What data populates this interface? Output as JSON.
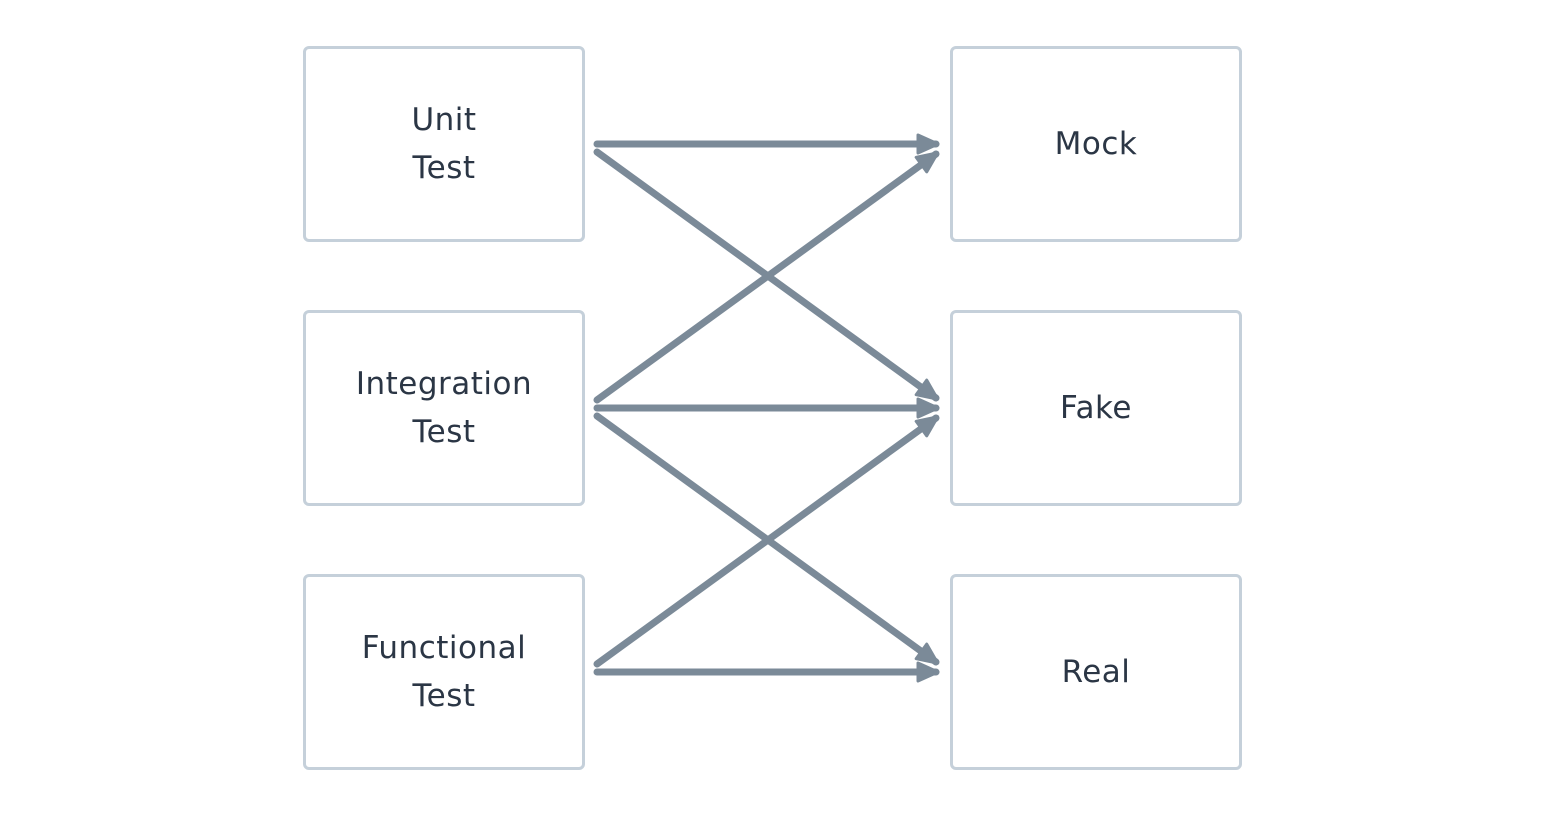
{
  "colors": {
    "box_border": "#c5d0da",
    "arrow": "#7b8a98",
    "text": "#2b3645"
  },
  "sources": [
    {
      "id": "unit",
      "line1": "Unit",
      "line2": "Test"
    },
    {
      "id": "integration",
      "line1": "Integration",
      "line2": "Test"
    },
    {
      "id": "functional",
      "line1": "Functional",
      "line2": "Test"
    }
  ],
  "targets": [
    {
      "id": "mock",
      "label": "Mock"
    },
    {
      "id": "fake",
      "label": "Fake"
    },
    {
      "id": "real",
      "label": "Real"
    }
  ],
  "edges": [
    {
      "from": "unit",
      "to": "mock"
    },
    {
      "from": "unit",
      "to": "fake"
    },
    {
      "from": "integration",
      "to": "mock"
    },
    {
      "from": "integration",
      "to": "fake"
    },
    {
      "from": "integration",
      "to": "real"
    },
    {
      "from": "functional",
      "to": "fake"
    },
    {
      "from": "functional",
      "to": "real"
    }
  ]
}
